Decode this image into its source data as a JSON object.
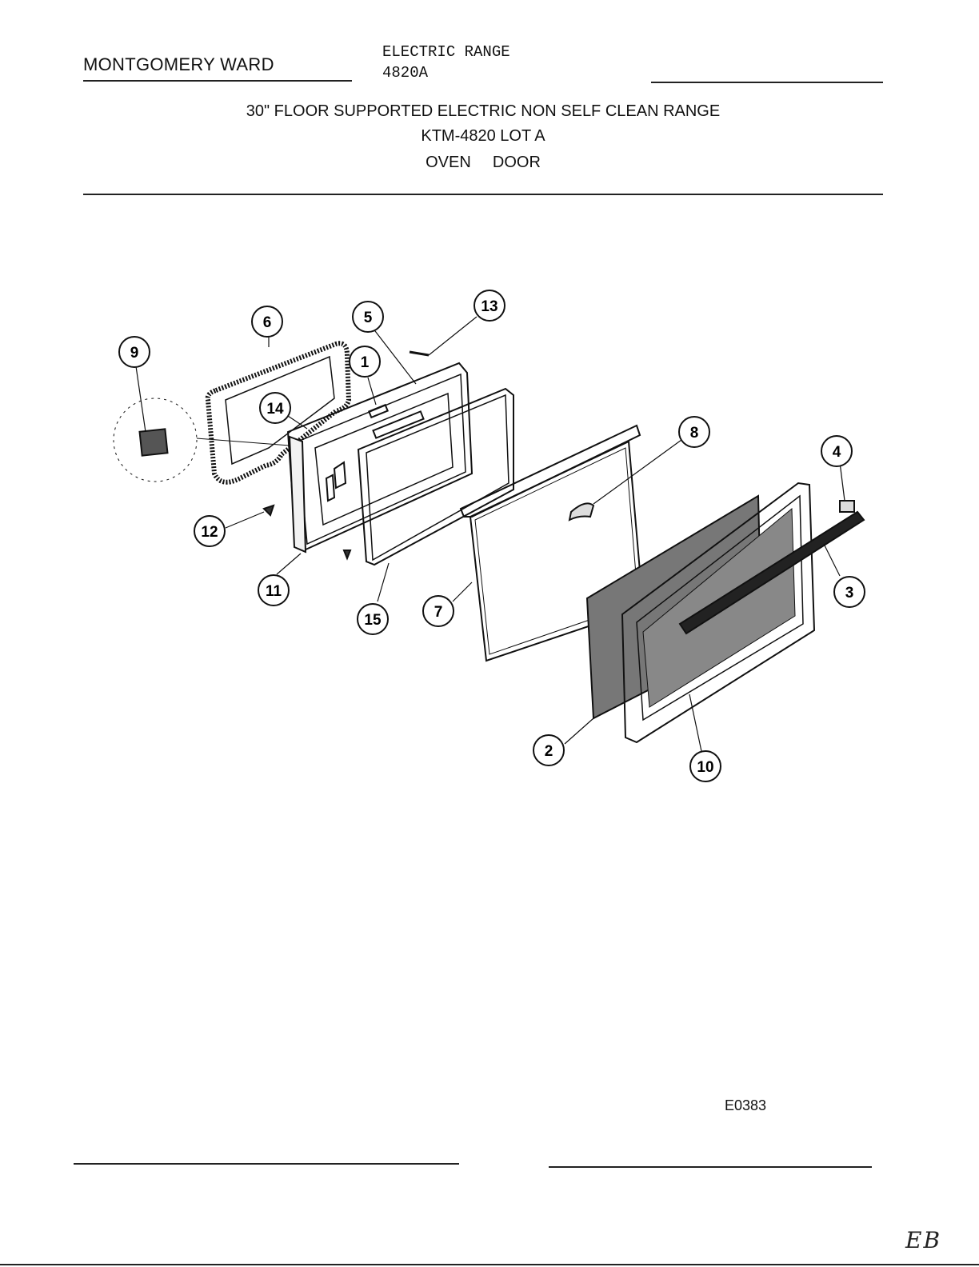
{
  "header": {
    "brand": "MONTGOMERY WARD",
    "model_type": "ELECTRIC RANGE",
    "model_number": "4820A"
  },
  "titles": {
    "line1": "30\" FLOOR SUPPORTED ELECTRIC NON SELF CLEAN RANGE",
    "line2": "KTM-4820 LOT A",
    "line3": "OVEN  DOOR"
  },
  "diagram": {
    "callouts": [
      "1",
      "2",
      "3",
      "4",
      "5",
      "6",
      "7",
      "8",
      "9",
      "10",
      "11",
      "12",
      "13",
      "14",
      "15"
    ]
  },
  "footer": {
    "code": "E0383",
    "initials": "EB"
  }
}
